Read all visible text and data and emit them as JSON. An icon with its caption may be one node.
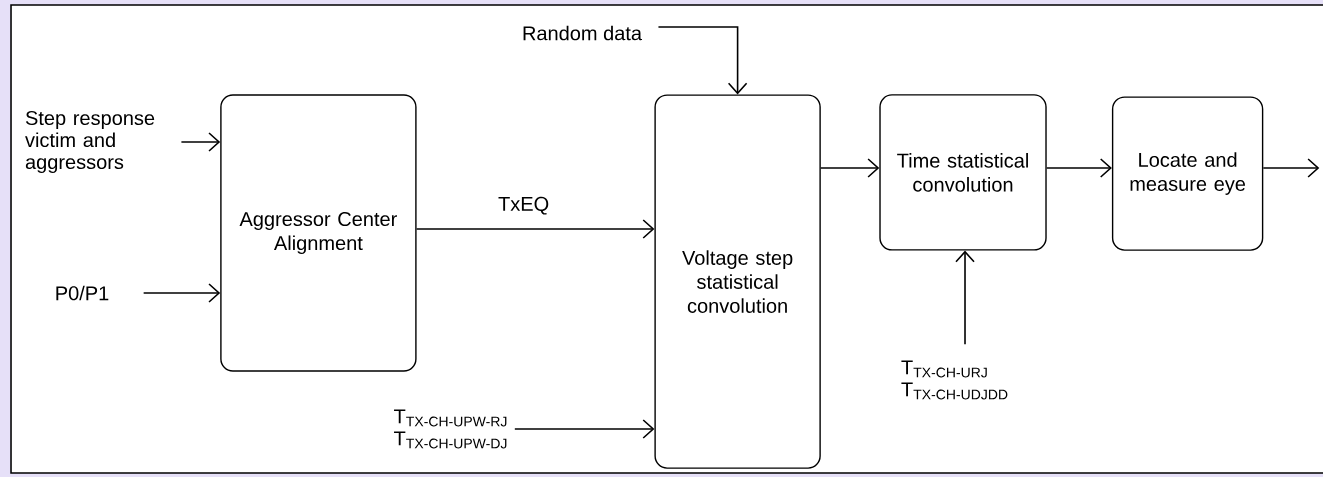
{
  "diagram": {
    "nodes": [
      {
        "text": [
          "Step response victim and aggressors"
        ]
      },
      {
        "text": [
          "P0/P1"
        ]
      },
      {
        "text": [
          "Aggressor Center Alignment"
        ]
      },
      {
        "text": [
          "Random data"
        ]
      },
      {
        "text": [
          "Voltage step statistical convolution"
        ]
      },
      {
        "text": [
          "\\text{T}_{\\text{TX-CH-UPW-RJ}}",
          "\\text{T}_{\\text{TX-CH-UPW-DJ}}"
        ]
      },
      {
        "text": [
          "Time statistical convolution"
        ]
      },
      {
        "text": [
          "Locate and measure eye"
        ]
      },
      {
        "text": [
          "\\text{T}_{\\text{TX-CH-URJ}}",
          "\\text{T}_{\\text{TX-CH-UDJDD}}"
        ]
      }
    ],
    "edges": [
      {
        "from": 0,
        "to": 2,
        "arrow": "to"
      },
      {
        "from": 1,
        "to": 2,
        "arrow": "to"
      },
      {
        "from": 2,
        "to": 4,
        "arrow": "to",
        "label": "TxEQ"
      },
      {
        "from": 3,
        "to": 4,
        "arrow": "to"
      },
      {
        "from": 5,
        "to": 4,
        "arrow": "to"
      },
      {
        "from": 4,
        "to": 6,
        "arrow": "to"
      },
      {
        "from": 8,
        "to": 6,
        "arrow": "to"
      },
      {
        "from": 6,
        "to": 7,
        "arrow": "to"
      },
      {
        "from": 7,
        "to": null,
        "arrow": "to"
      }
    ]
  }
}
